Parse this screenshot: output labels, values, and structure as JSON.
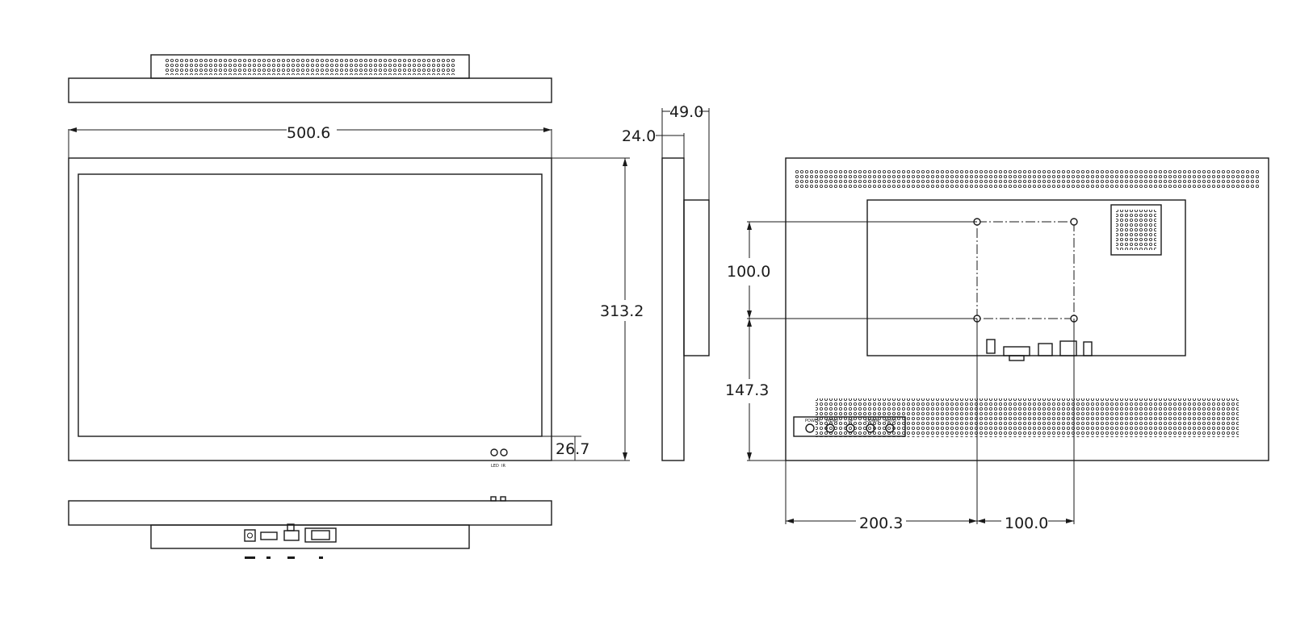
{
  "dimensions": {
    "overall_width": "500.6",
    "overall_height": "313.2",
    "bottom_bezel": "26.7",
    "side_depth_total": "49.0",
    "side_depth_panel": "24.0",
    "vesa_vertical": "100.0",
    "vesa_offset_bottom": "147.3",
    "vesa_offset_left": "200.3",
    "vesa_horizontal": "100.0"
  },
  "front_view": {
    "led_label": "LED",
    "ir_label": "IR"
  },
  "rear_view": {
    "button_labels": [
      "POWER",
      "MENU",
      "UP",
      "DOWN",
      "AUTO"
    ]
  },
  "icons": [
    "vent-grille-icon",
    "fan-grille-icon",
    "connector-icon",
    "mounting-hole-icon"
  ]
}
